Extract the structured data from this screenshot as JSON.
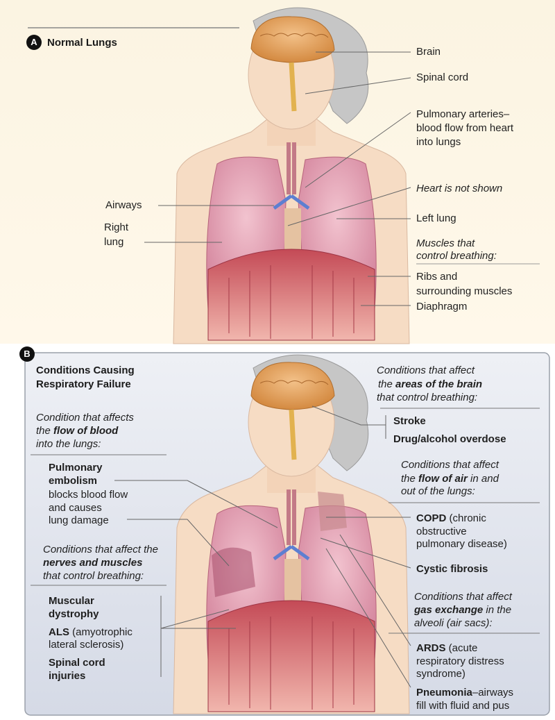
{
  "panel_a": {
    "badge": "A",
    "title": "Normal Lungs",
    "labels": {
      "brain": "Brain",
      "spinal_cord": "Spinal cord",
      "pulmonary_arteries_1": "Pulmonary arteries–",
      "pulmonary_arteries_2": "blood flow from heart",
      "pulmonary_arteries_3": "into lungs",
      "heart_not_shown": "Heart is not shown",
      "airways": "Airways",
      "left_lung": "Left lung",
      "right_lung_1": "Right",
      "right_lung_2": "lung",
      "muscles_heading_1": "Muscles that",
      "muscles_heading_2": "control breathing:",
      "ribs_1": "Ribs and",
      "ribs_2": "surrounding muscles",
      "diaphragm": "Diaphragm"
    }
  },
  "panel_b": {
    "badge": "B",
    "title_1": "Conditions Causing",
    "title_2": "Respiratory Failure",
    "brain_heading": {
      "l1": "Conditions that affect",
      "l2_pre": "the ",
      "l2_b": "areas of the brain",
      "l3": "that control breathing:"
    },
    "stroke": "Stroke",
    "overdose": "Drug/alcohol overdose",
    "blood_heading": {
      "l1": "Condition that affects",
      "l2_pre": "the ",
      "l2_b": "flow of blood",
      "l3": "into the lungs:"
    },
    "embolism": {
      "l1": "Pulmonary",
      "l2": "embolism",
      "l3": "blocks blood flow",
      "l4": "and causes",
      "l5": "lung damage"
    },
    "air_heading": {
      "l1": "Conditions that affect",
      "l2_pre": "the ",
      "l2_b": "flow of air",
      "l2_post": " in and",
      "l3": "out of the lungs:"
    },
    "copd": {
      "b": "COPD",
      "l1_post": " (chronic",
      "l2": "obstructive",
      "l3": "pulmonary disease)"
    },
    "cystic": "Cystic fibrosis",
    "nerves_heading": {
      "l1": "Conditions that affect the",
      "l2_b": "nerves and muscles",
      "l3": "that control breathing:"
    },
    "md": {
      "l1": "Muscular",
      "l2": "dystrophy"
    },
    "als": {
      "b": "ALS",
      "l1_post": " (amyotrophic",
      "l2": "lateral sclerosis)"
    },
    "sci": {
      "l1": "Spinal cord",
      "l2": "injuries"
    },
    "gas_heading": {
      "l1": "Conditions that affect",
      "l2_b": "gas exchange",
      "l2_post": " in the",
      "l3": "alveoli (air sacs):"
    },
    "ards": {
      "b": "ARDS",
      "l1_post": " (acute",
      "l2": "respiratory distress",
      "l3": "syndrome)"
    },
    "pneumonia": {
      "b": "Pneumonia",
      "l1_post": "–airways",
      "l2": "fill with fluid and pus"
    }
  },
  "colors": {
    "skin": "#f6dcc4",
    "hair": "#b9b9b9",
    "lung": "#d98da3",
    "diaphragm": "#b8414e",
    "brain": "#e8a05a",
    "panel_b_bg": "#dfe3ec"
  }
}
